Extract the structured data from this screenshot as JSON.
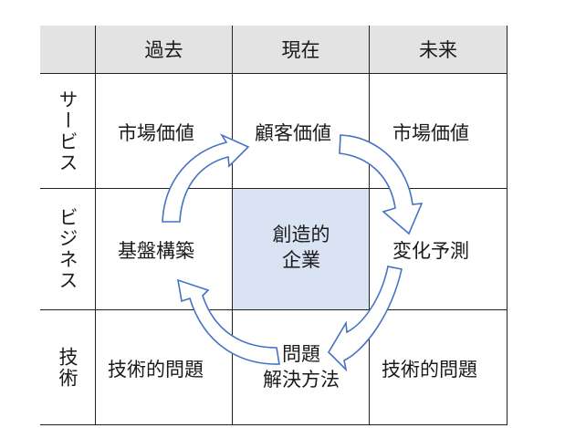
{
  "headers": {
    "corner": "",
    "col_past": "過去",
    "col_present": "現在",
    "col_future": "未来"
  },
  "rows": {
    "service": "サービス",
    "business": "ビジネス",
    "technology": "技術"
  },
  "cells": {
    "service_past": "市場価値",
    "service_present": "顧客価値",
    "service_future": "市場価値",
    "business_past": "基盤構築",
    "business_present_line1": "創造的",
    "business_present_line2": "企業",
    "business_future": "変化予測",
    "tech_past": "技術的問題",
    "tech_present_line1": "問題",
    "tech_present_line2": "解決方法",
    "tech_future": "技術的問題"
  },
  "colors": {
    "header_fill": "#e3e3e3",
    "center_fill": "#dae3f3",
    "arrow_stroke": "#4472c4",
    "border": "#222222"
  }
}
